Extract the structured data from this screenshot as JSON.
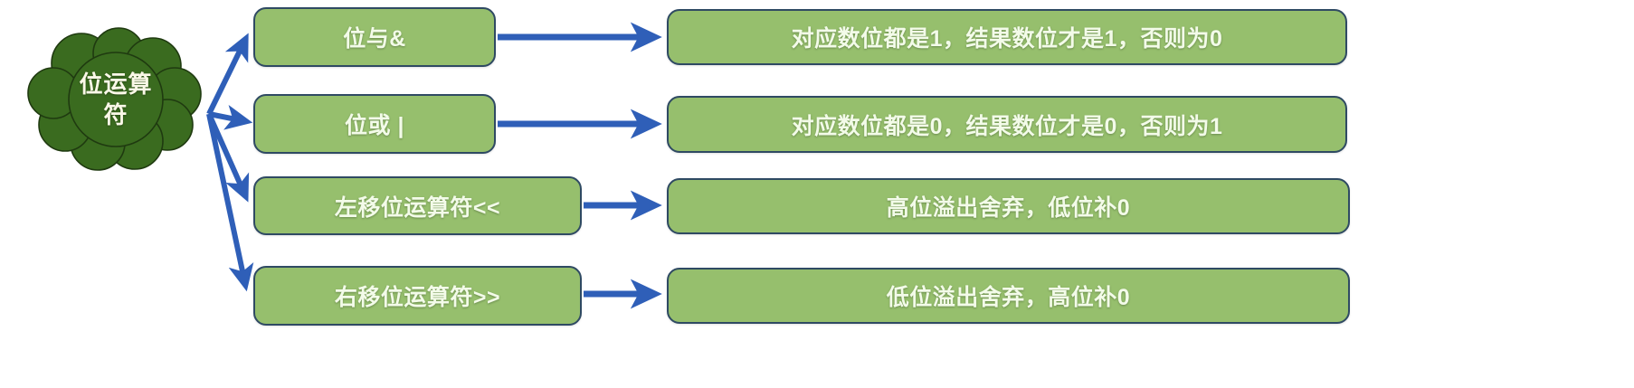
{
  "diagram": {
    "title": "位运算符",
    "type": "mind-map",
    "root": {
      "label_lines": [
        "位运算",
        "符"
      ],
      "full_label": "位运算符",
      "shape": "cloud",
      "fill": "#3a6b1f",
      "text_color": "#fbf8e8"
    },
    "style": {
      "box_fill": "#96bf6d",
      "box_border": "#2f4a63",
      "box_text": "#f3fbe9",
      "arrow_color": "#2f5fb8",
      "background": "#ffffff"
    },
    "branches": [
      {
        "operator": "位与&",
        "description": "对应数位都是1，结果数位才是1，否则为0"
      },
      {
        "operator": "位或 |",
        "description": "对应数位都是0，结果数位才是0，否则为1"
      },
      {
        "operator": "左移位运算符<<",
        "description": "高位溢出舍弃，低位补0"
      },
      {
        "operator": "右移位运算符>>",
        "description": "低位溢出舍弃，高位补0"
      }
    ]
  }
}
